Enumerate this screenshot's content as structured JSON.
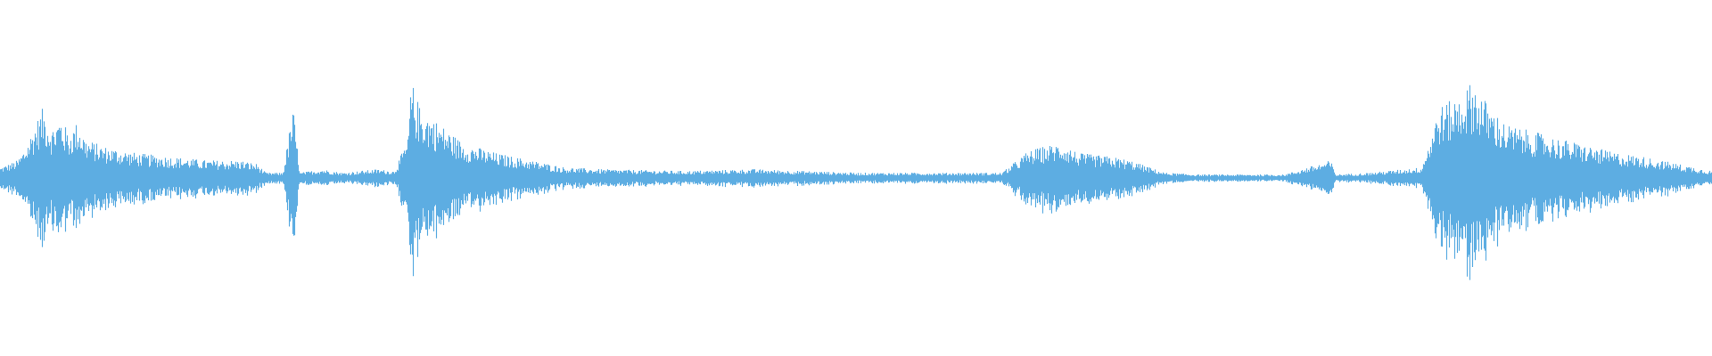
{
  "waveform": {
    "color": "#5dade2",
    "background": "#ffffff",
    "amplitude_profile": [
      [
        0.0,
        0.06
      ],
      [
        0.01,
        0.1
      ],
      [
        0.015,
        0.18
      ],
      [
        0.02,
        0.3
      ],
      [
        0.025,
        0.4
      ],
      [
        0.03,
        0.28
      ],
      [
        0.035,
        0.35
      ],
      [
        0.04,
        0.25
      ],
      [
        0.045,
        0.32
      ],
      [
        0.05,
        0.22
      ],
      [
        0.06,
        0.18
      ],
      [
        0.08,
        0.14
      ],
      [
        0.1,
        0.12
      ],
      [
        0.12,
        0.1
      ],
      [
        0.14,
        0.1
      ],
      [
        0.15,
        0.08
      ],
      [
        0.155,
        0.03
      ],
      [
        0.165,
        0.03
      ],
      [
        0.171,
        0.4
      ],
      [
        0.175,
        0.03
      ],
      [
        0.188,
        0.05
      ],
      [
        0.2,
        0.03
      ],
      [
        0.22,
        0.05
      ],
      [
        0.23,
        0.04
      ],
      [
        0.238,
        0.22
      ],
      [
        0.24,
        0.55
      ],
      [
        0.245,
        0.4
      ],
      [
        0.26,
        0.28
      ],
      [
        0.27,
        0.2
      ],
      [
        0.29,
        0.14
      ],
      [
        0.31,
        0.1
      ],
      [
        0.33,
        0.06
      ],
      [
        0.35,
        0.05
      ],
      [
        0.4,
        0.04
      ],
      [
        0.44,
        0.05
      ],
      [
        0.5,
        0.03
      ],
      [
        0.56,
        0.03
      ],
      [
        0.585,
        0.03
      ],
      [
        0.6,
        0.15
      ],
      [
        0.61,
        0.18
      ],
      [
        0.62,
        0.2
      ],
      [
        0.63,
        0.14
      ],
      [
        0.65,
        0.12
      ],
      [
        0.66,
        0.1
      ],
      [
        0.68,
        0.03
      ],
      [
        0.7,
        0.02
      ],
      [
        0.75,
        0.02
      ],
      [
        0.777,
        0.1
      ],
      [
        0.78,
        0.02
      ],
      [
        0.8,
        0.03
      ],
      [
        0.83,
        0.06
      ],
      [
        0.835,
        0.22
      ],
      [
        0.84,
        0.4
      ],
      [
        0.85,
        0.45
      ],
      [
        0.86,
        0.55
      ],
      [
        0.87,
        0.4
      ],
      [
        0.88,
        0.3
      ],
      [
        0.9,
        0.25
      ],
      [
        0.92,
        0.2
      ],
      [
        0.94,
        0.15
      ],
      [
        0.96,
        0.12
      ],
      [
        0.98,
        0.08
      ],
      [
        1.0,
        0.04
      ]
    ]
  }
}
